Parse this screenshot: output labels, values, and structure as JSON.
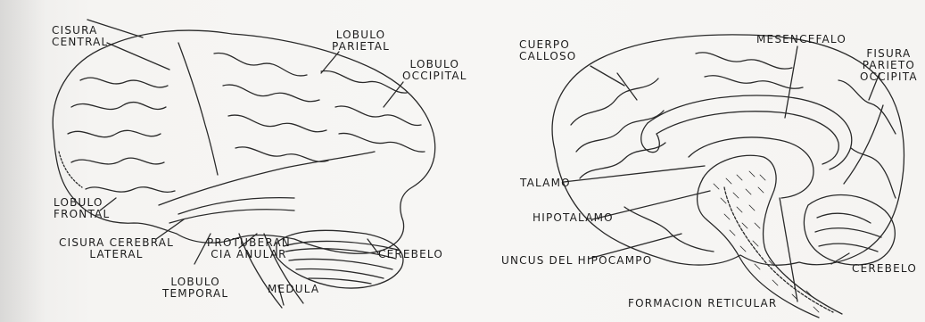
{
  "left_diagram": {
    "labels": {
      "cisura_central": [
        "CISURA",
        "CENTRAL"
      ],
      "lobulo_parietal": [
        "LOBULO",
        "PARIETAL"
      ],
      "lobulo_occipital": [
        "LOBULO",
        "OCCIPITAL"
      ],
      "lobulo_frontal": [
        "LOBULO",
        "FRONTAL"
      ],
      "cisura_cerebral_lateral": [
        "CISURA CEREBRAL",
        "LATERAL"
      ],
      "protuberancia_anular": [
        "PROTUBERAN",
        "CIA ANULAR"
      ],
      "cerebelo": "CEREBELO",
      "lobulo_temporal": [
        "LOBULO",
        "TEMPORAL"
      ],
      "medula": "MEDULA"
    }
  },
  "right_diagram": {
    "labels": {
      "cuerpo_calloso": [
        "CUERPO",
        "CALLOSO"
      ],
      "mesencefalo": "MESENCEFALO",
      "fisura_parieto_occipital": [
        "FISURA",
        "PARIETO",
        "OCCIPITA"
      ],
      "talamo": "TALAMO",
      "hipotalamo": "HIPOTALAMO",
      "uncus_del_hipocampo": "UNCUS DEL HIPOCAMPO",
      "cerebelo": "CEREBELO",
      "formacion_reticular": "FORMACION RETICULAR"
    }
  },
  "colors": {
    "ink": "#1c1c1c",
    "paper": "#f6f5f3"
  }
}
